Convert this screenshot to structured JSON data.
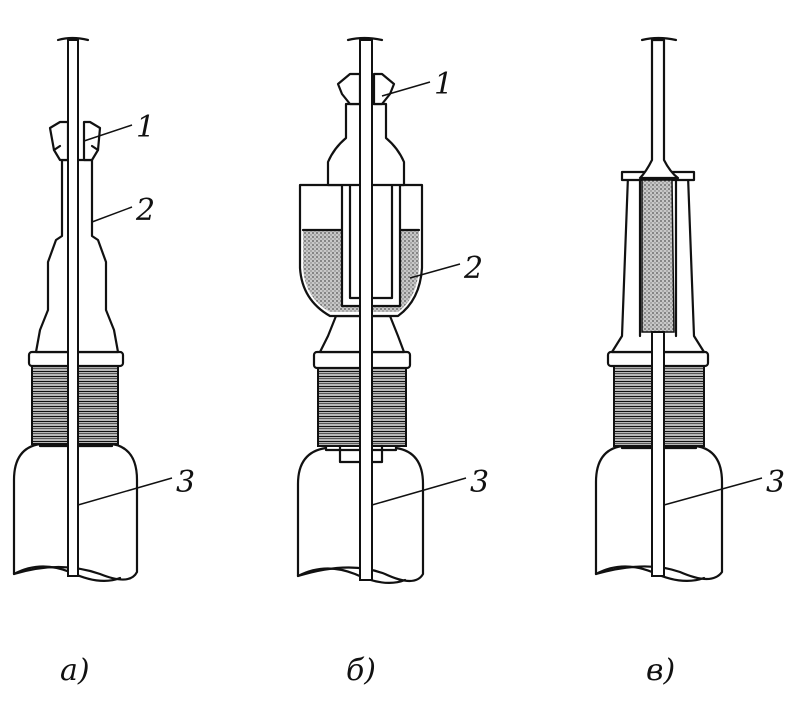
{
  "panels": [
    {
      "id": "a",
      "caption": "а)",
      "labels": [
        "1",
        "2",
        "3"
      ]
    },
    {
      "id": "b",
      "caption": "б)",
      "labels": [
        "1",
        "2",
        "3"
      ]
    },
    {
      "id": "v",
      "caption": "в)",
      "labels": [
        "3"
      ]
    }
  ],
  "colors": {
    "ink": "#111111",
    "fill": "#9a9a9a"
  }
}
